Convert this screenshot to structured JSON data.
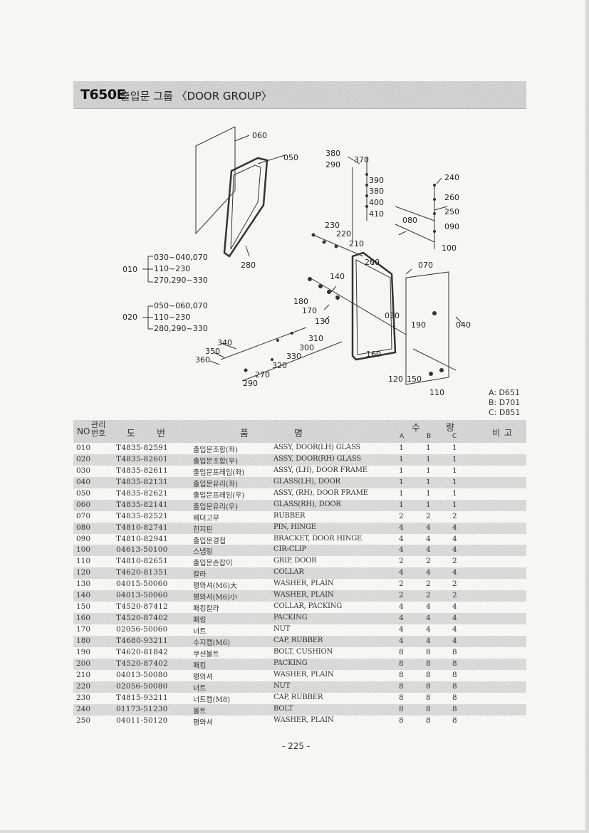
{
  "title": {
    "model": "T650E",
    "text": "출입문 그룹 〈DOOR GROUP〉"
  },
  "diagram": {
    "callouts": [
      "060",
      "050",
      "380",
      "370",
      "290",
      "390",
      "380",
      "400",
      "410",
      "240",
      "260",
      "250",
      "080",
      "090",
      "100",
      "230",
      "220",
      "210",
      "280",
      "200",
      "070",
      "140",
      "180",
      "170",
      "130",
      "030",
      "190",
      "040",
      "310",
      "300",
      "340",
      "350",
      "360",
      "330",
      "320",
      "270",
      "290",
      "160",
      "120",
      "150",
      "110"
    ],
    "groups": [
      {
        "id": "010",
        "lines": [
          "030~040,070",
          "110~230",
          "270,290~330"
        ]
      },
      {
        "id": "020",
        "lines": [
          "050~060,070",
          "110~230",
          "280,290~330"
        ]
      }
    ],
    "models": [
      "A: D651",
      "B: D701",
      "C: D851"
    ]
  },
  "table": {
    "headers": {
      "no": "NO",
      "mgmt": "관리번호",
      "drawing": "도번",
      "name": "품",
      "name2": "명",
      "qty": "수량",
      "a": "A",
      "b": "B",
      "c": "C",
      "note": "비고"
    },
    "rows": [
      {
        "no": "010",
        "part": "T4835-82591",
        "kname": "출입문조합(좌)",
        "ename": "ASSY, DOOR(LH) GLASS",
        "a": "1",
        "b": "1",
        "c": "1"
      },
      {
        "no": "020",
        "part": "T4835-82601",
        "kname": "출입문조합(우)",
        "ename": "ASSY, DOOR(RH) GLASS",
        "a": "1",
        "b": "1",
        "c": "1"
      },
      {
        "no": "030",
        "part": "T4835-82611",
        "kname": "출입문프레임(좌)",
        "ename": "ASSY, (LH), DOOR FRAME",
        "a": "1",
        "b": "1",
        "c": "1"
      },
      {
        "no": "040",
        "part": "T4835-82131",
        "kname": "출입문유리(좌)",
        "ename": "GLASS(LH), DOOR",
        "a": "1",
        "b": "1",
        "c": "1"
      },
      {
        "no": "050",
        "part": "T4835-82621",
        "kname": "출입문프레임(우)",
        "ename": "ASSY, (RH), DOOR FRAME",
        "a": "1",
        "b": "1",
        "c": "1"
      },
      {
        "no": "060",
        "part": "T4835-82141",
        "kname": "출입문유리(우)",
        "ename": "GLASS(RH), DOOR",
        "a": "1",
        "b": "1",
        "c": "1"
      },
      {
        "no": "070",
        "part": "T4835-82521",
        "kname": "웨더고무",
        "ename": "RUBBER",
        "a": "2",
        "b": "2",
        "c": "2"
      },
      {
        "no": "080",
        "part": "T4810-82741",
        "kname": "힌지핀",
        "ename": "PIN, HINGE",
        "a": "4",
        "b": "4",
        "c": "4"
      },
      {
        "no": "090",
        "part": "T4810-82941",
        "kname": "출입문경첩",
        "ename": "BRACKET, DOOR HINGE",
        "a": "4",
        "b": "4",
        "c": "4"
      },
      {
        "no": "100",
        "part": "04613-50100",
        "kname": "스냅링",
        "ename": "CIR-CLIP",
        "a": "4",
        "b": "4",
        "c": "4"
      },
      {
        "no": "110",
        "part": "T4810-82651",
        "kname": "출입문손잡이",
        "ename": "GRIP, DOOR",
        "a": "2",
        "b": "2",
        "c": "2"
      },
      {
        "no": "120",
        "part": "T4620-81351",
        "kname": "칼라",
        "ename": "COLLAR",
        "a": "4",
        "b": "4",
        "c": "4"
      },
      {
        "no": "130",
        "part": "04015-50060",
        "kname": "평와셔(M6)大",
        "ename": "WASHER, PLAIN",
        "a": "2",
        "b": "2",
        "c": "2"
      },
      {
        "no": "140",
        "part": "04013-50060",
        "kname": "평와셔(M6)小",
        "ename": "WASHER, PLAIN",
        "a": "2",
        "b": "2",
        "c": "2"
      },
      {
        "no": "150",
        "part": "T4520-87412",
        "kname": "패킹칼라",
        "ename": "COLLAR, PACKING",
        "a": "4",
        "b": "4",
        "c": "4"
      },
      {
        "no": "160",
        "part": "T4520-87402",
        "kname": "패킹",
        "ename": "PACKING",
        "a": "4",
        "b": "4",
        "c": "4"
      },
      {
        "no": "170",
        "part": "02056-50060",
        "kname": "너트",
        "ename": "NUT",
        "a": "4",
        "b": "4",
        "c": "4"
      },
      {
        "no": "180",
        "part": "T4680-93211",
        "kname": "수지캡(M6)",
        "ename": "CAP, RUBBER",
        "a": "4",
        "b": "4",
        "c": "4"
      },
      {
        "no": "190",
        "part": "T4620-81842",
        "kname": "쿠션볼트",
        "ename": "BOLT, CUSHION",
        "a": "8",
        "b": "8",
        "c": "8"
      },
      {
        "no": "200",
        "part": "T4520-87402",
        "kname": "패킹",
        "ename": "PACKING",
        "a": "8",
        "b": "8",
        "c": "8"
      },
      {
        "no": "210",
        "part": "04013-50080",
        "kname": "평와셔",
        "ename": "WASHER, PLAIN",
        "a": "8",
        "b": "8",
        "c": "8"
      },
      {
        "no": "220",
        "part": "02056-50080",
        "kname": "너트",
        "ename": "NUT",
        "a": "8",
        "b": "8",
        "c": "8"
      },
      {
        "no": "230",
        "part": "T4815-93211",
        "kname": "너트캡(M8)",
        "ename": "CAP, RUBBER",
        "a": "8",
        "b": "8",
        "c": "8"
      },
      {
        "no": "240",
        "part": "01173-51230",
        "kname": "볼트",
        "ename": "BOLT",
        "a": "8",
        "b": "8",
        "c": "8"
      },
      {
        "no": "250",
        "part": "04011-50120",
        "kname": "평와셔",
        "ename": "WASHER, PLAIN",
        "a": "8",
        "b": "8",
        "c": "8"
      }
    ]
  },
  "page_number": "- 225 -"
}
